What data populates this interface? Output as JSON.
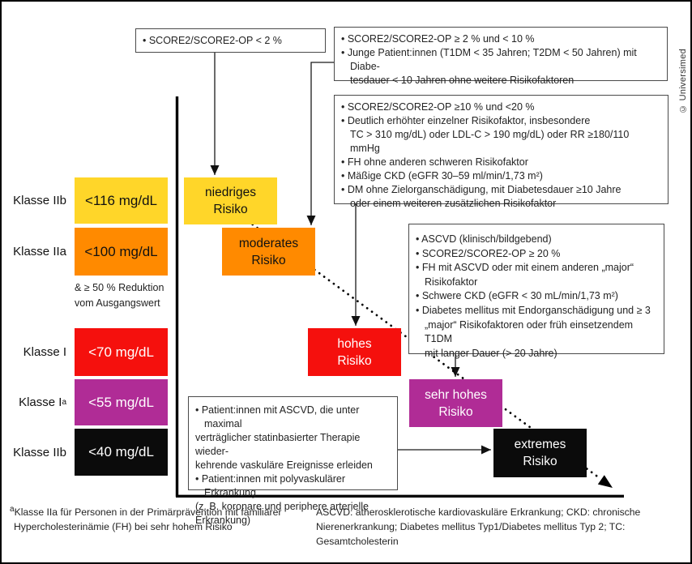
{
  "watermark": "© Universimed",
  "colors": {
    "low_risk": "#FFD629",
    "moderate_risk": "#FF8A00",
    "high_risk": "#F5100D",
    "very_high_risk": "#B02C96",
    "extreme_risk": "#0b0b0b"
  },
  "criteria": {
    "low": {
      "lines": [
        "• SCORE2/SCORE2-OP < 2 %"
      ]
    },
    "moderate": {
      "lines": [
        "• SCORE2/SCORE2-OP ≥ 2 % und < 10 %",
        "• Junge Patient:innen (T1DM < 35 Jahren; T2DM < 50 Jahren) mit Diabe-",
        "tesdauer < 10 Jahren ohne weitere Risikofaktoren"
      ]
    },
    "high": {
      "lines": [
        "• SCORE2/SCORE2-OP ≥10 % und <20 %",
        "• Deutlich erhöhter einzelner Risikofaktor, insbesondere",
        "TC > 310 mg/dL) oder LDL-C > 190 mg/dL) oder RR ≥180/110 mmHg",
        "• FH ohne anderen schweren Risikofaktor",
        "• Mäßige CKD (eGFR 30–59 ml/min/1,73 m²)",
        "• DM ohne Zielorganschädigung, mit Diabetesdauer ≥10 Jahre",
        "oder einem weiteren zusätzlichen Risikofaktor"
      ]
    },
    "very_high": {
      "lines": [
        "• ASCVD (klinisch/bildgebend)",
        "• SCORE2/SCORE2-OP ≥ 20 %",
        "• FH mit ASCVD oder mit einem anderen „major“",
        "Risikofaktor",
        "• Schwere CKD (eGFR < 30 mL/min/1,73 m²)",
        "• Diabetes mellitus mit Endorganschädigung und ≥ 3",
        "„major“ Risikofaktoren oder früh einsetzendem T1DM",
        "mit langer Dauer (> 20 Jahre)"
      ]
    },
    "extreme": {
      "lines": [
        "• Patient:innen mit ASCVD, die unter maximal",
        "verträglicher statinbasierter Therapie wieder-",
        "kehrende vaskuläre Ereignisse erleiden",
        "• Patient:innen mit polyvaskulärer Erkrankung",
        "(z. B. koronare und periphere arterielle",
        "Erkrankung)"
      ]
    }
  },
  "classes": [
    {
      "label": "Klasse IIb",
      "sup": "",
      "target": "<116 mg/dL"
    },
    {
      "label": "Klasse IIa",
      "sup": "",
      "target": "<100 mg/dL"
    },
    {
      "label": "Klasse I",
      "sup": "",
      "target": "<70 mg/dL"
    },
    {
      "label": "Klasse I",
      "sup": "a",
      "target": "<55 mg/dL"
    },
    {
      "label": "Klasse IIb",
      "sup": "",
      "target": "<40 mg/dL"
    }
  ],
  "reduction_note": {
    "line1": "& ≥ 50 % Reduktion",
    "line2": "vom Ausgangswert"
  },
  "risk_labels": {
    "low": "niedriges Risiko",
    "moderate": "moderates Risiko",
    "high": "hohes Risiko",
    "very_high": "sehr hohes Risiko",
    "extreme": "extremes Risiko"
  },
  "footnotes": {
    "left_sup": "a",
    "left": "Klasse IIa für Personen in der Primärprävention mit familiärer",
    "left2": "Hypercholesterinämie (FH) bei sehr hohem Risiko",
    "right": "ASCVD: atherosklerotische kardiovaskuläre Erkrankung; CKD: chronische Nierenerkrankung; Diabetes mellitus Typ1/Diabetes mellitus Typ 2; TC: Gesamtcholesterin"
  }
}
